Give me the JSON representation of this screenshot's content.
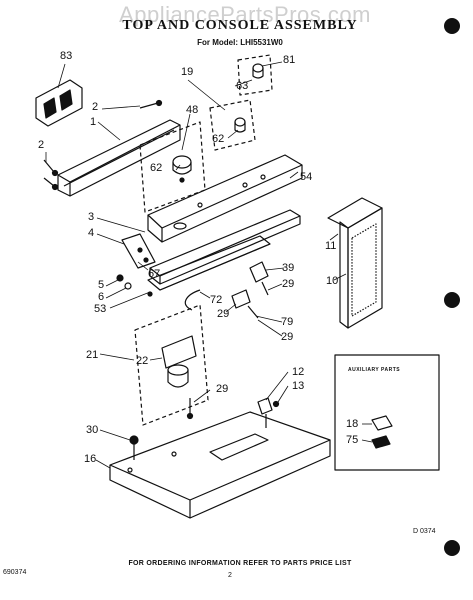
{
  "watermark": "AppliancePartsPros.com",
  "title": "TOP AND CONSOLE ASSEMBLY",
  "model": "For Model: LHI5531W0",
  "auxiliary_parts_label": "AUXILIARY PARTS",
  "figure_code": "D 0374",
  "footer_text": "FOR ORDERING INFORMATION REFER TO PARTS PRICE LIST",
  "doc_number": "690374",
  "page_number": "2",
  "part_labels": {
    "p83": "83",
    "p19": "19",
    "p81": "81",
    "p63": "63",
    "p2a": "2",
    "p48": "48",
    "p1": "1",
    "p62a": "62",
    "p62b": "62",
    "p2b": "2",
    "p54": "54",
    "p3": "3",
    "p4": "4",
    "p11": "11",
    "p67": "67",
    "p5": "5",
    "p6": "6",
    "p53": "53",
    "p72": "72",
    "p39": "39",
    "p29a": "29",
    "p29b": "29",
    "p79": "79",
    "p29c": "29",
    "p10": "10",
    "p21": "21",
    "p22": "22",
    "p29d": "29",
    "p12": "12",
    "p13": "13",
    "p18": "18",
    "p75": "75",
    "p30": "30",
    "p16": "16"
  },
  "colors": {
    "ink": "#111111",
    "watermark": "#cfcfcf",
    "background": "#ffffff"
  }
}
